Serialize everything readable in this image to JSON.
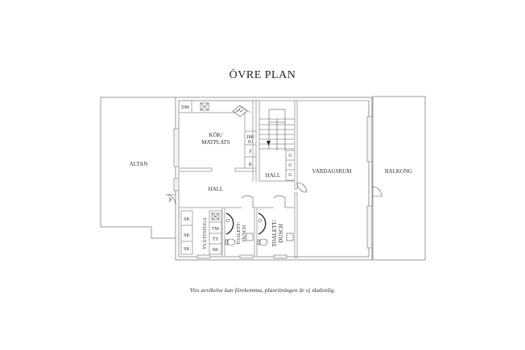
{
  "title": "ÖVRE PLAN",
  "caption": "Viss avvikelse kan förekomma, planritningen är ej skalenlig.",
  "rooms": {
    "altan": "ALTAN",
    "kok_line1": "KÖK/",
    "kok_line2": "MATPLATS",
    "hall_left": "HALL",
    "hall_right": "HALL",
    "vardagsrum": "VARDAGSRUM",
    "balkong": "BALKONG",
    "tvattstuga": "TVÄTTSTUGA",
    "toalett1_line1": "TOALETT/",
    "toalett1_line2": "DUSCH",
    "toalett2_line1": "TOALETT/",
    "toalett2_line2": "DUSCH"
  },
  "fixtures": {
    "dm": "DM",
    "im_iu_line1": "IM/",
    "im_iu_line2": "IU",
    "f": "F",
    "k": "K",
    "g": [
      "G",
      "G",
      "G"
    ],
    "sk": [
      "SK",
      "SK",
      "SK"
    ],
    "tm": "TM",
    "tt": "TT",
    "sk_laundry": "SK"
  }
}
